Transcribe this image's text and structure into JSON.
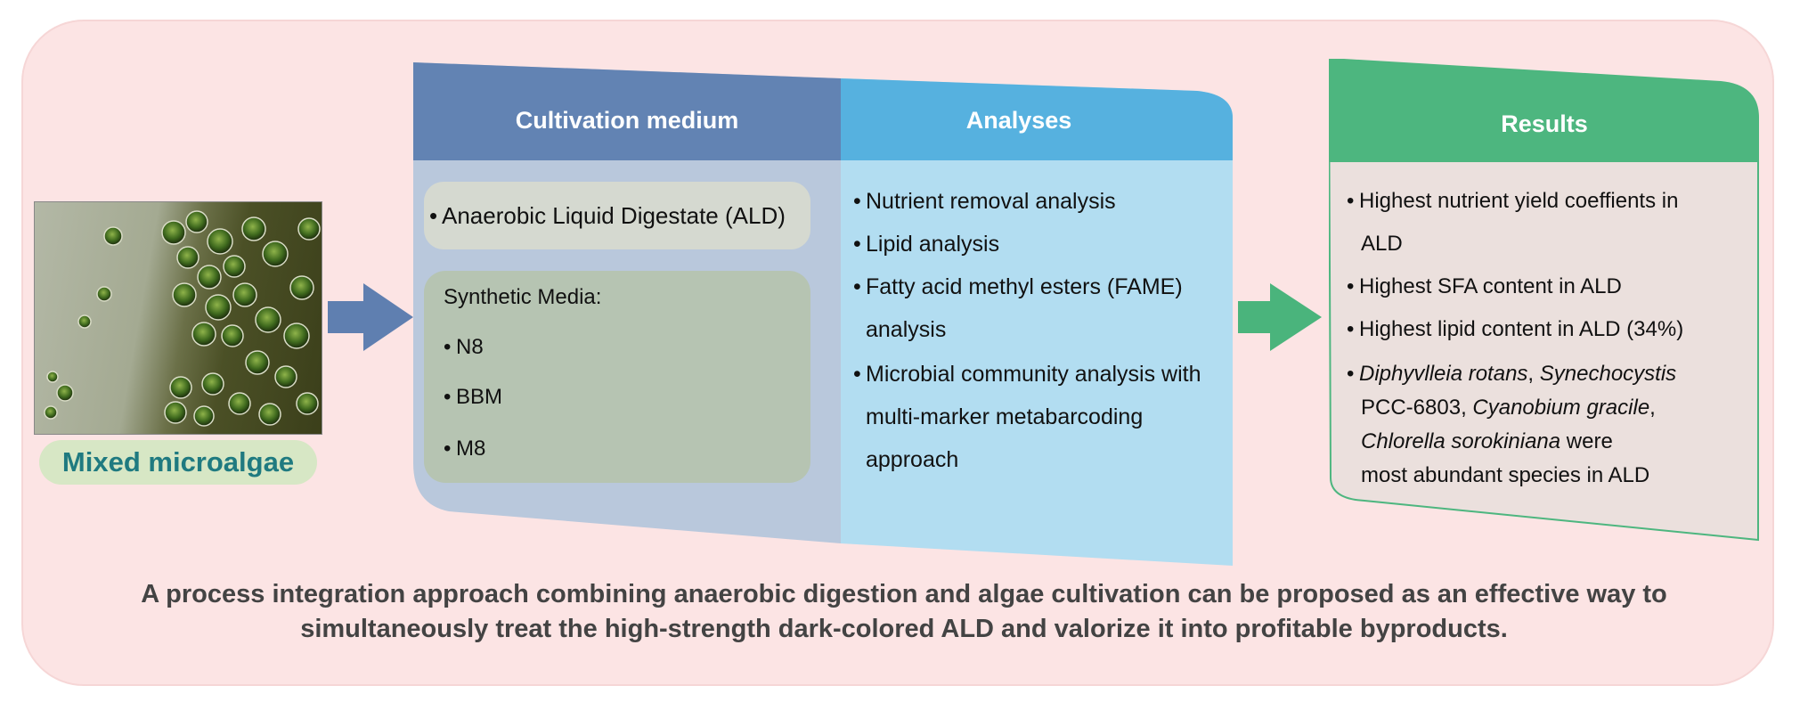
{
  "photo_label": "Mixed microalgae",
  "sections": {
    "cultivation": {
      "title": "Cultivation medium",
      "ald": "Anaerobic Liquid Digestate (ALD)",
      "synthetic": {
        "title": "Synthetic Media:",
        "items": [
          "N8",
          "BBM",
          "M8"
        ]
      }
    },
    "analyses": {
      "title": "Analyses",
      "items": [
        "Nutrient removal analysis",
        "Lipid analysis",
        "Fatty acid methyl esters (FAME)",
        "analysis",
        "Microbial community analysis with",
        "multi-marker metabarcoding",
        "approach"
      ]
    },
    "results": {
      "title": "Results",
      "items": [
        "Highest nutrient yield coeffients in",
        "ALD",
        "Highest SFA content in ALD",
        "Highest lipid content in ALD (34%)"
      ],
      "species": {
        "sp1": "Diphyvlleia rotans",
        "sep1": ", ",
        "sp2": "Synechocystis",
        "strain": "PCC-6803",
        "sep2": ", ",
        "sp3": "Cyanobium gracile",
        "sep3": ",",
        "sp4": "Chlorella sorokiniana",
        "were": " were",
        "last": "most abundant species in ALD"
      }
    }
  },
  "caption_line1": "A process integration approach combining anaerobic digestion and algae cultivation can be proposed as an  effective way to",
  "caption_line2": "simultaneously treat the high-strength dark-colored ALD and valorize it into profitable byproducts.",
  "colors": {
    "background": "#fce4e4",
    "cultivation_header": "#6283b3",
    "cultivation_body": "#b9c8dc",
    "analyses_header": "#56b1df",
    "analyses_body": "#b2ddf1",
    "results_header": "#4db67f",
    "results_body": "#ebe0dd",
    "arrow_blue": "#5f7fb0",
    "arrow_green": "#4ab47c",
    "label_text": "#1f7a80"
  }
}
